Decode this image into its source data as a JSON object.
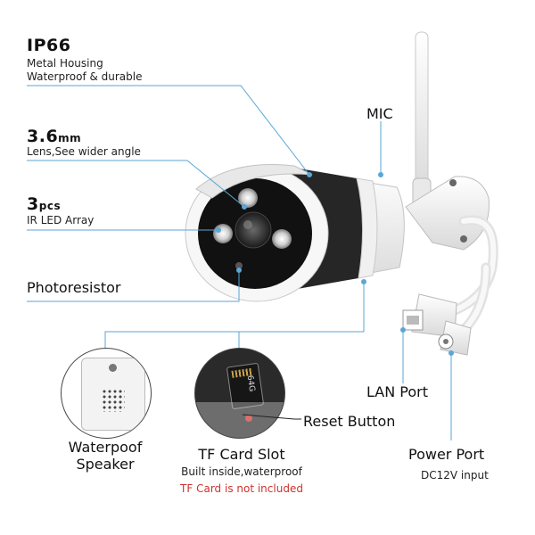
{
  "features": {
    "ip66": {
      "title": "IP66",
      "line1": "Metal Housing",
      "line2": "Waterproof & durable"
    },
    "lens": {
      "title_main": "3.6",
      "title_unit": "mm",
      "desc": "Lens,See wider angle"
    },
    "ir": {
      "title_main": "3",
      "title_unit": "pcs",
      "desc": "IR LED Array"
    },
    "photoresistor": {
      "title": "Photoresistor"
    },
    "mic": {
      "title": "MIC"
    },
    "lan_port": {
      "title": "LAN Port"
    },
    "reset_button": {
      "title": "Reset Button"
    },
    "power_port": {
      "title": "Power Port",
      "desc": "DC12V input"
    },
    "speaker": {
      "line1": "Waterpoof",
      "line2": "Speaker"
    },
    "tf_card": {
      "title": "TF Card Slot",
      "desc": "Built inside,waterproof",
      "warning": "TF Card is not included",
      "card_text": "64G"
    }
  },
  "colors": {
    "callout_line": "#5aa6d6",
    "warning_text": "#d0312d",
    "camera_body": "#f4f4f4",
    "camera_dark": "#1e1e1e"
  },
  "icons": [
    "camera-illustration",
    "antenna",
    "lan-connector",
    "power-connector",
    "speaker-grille",
    "sd-card"
  ]
}
